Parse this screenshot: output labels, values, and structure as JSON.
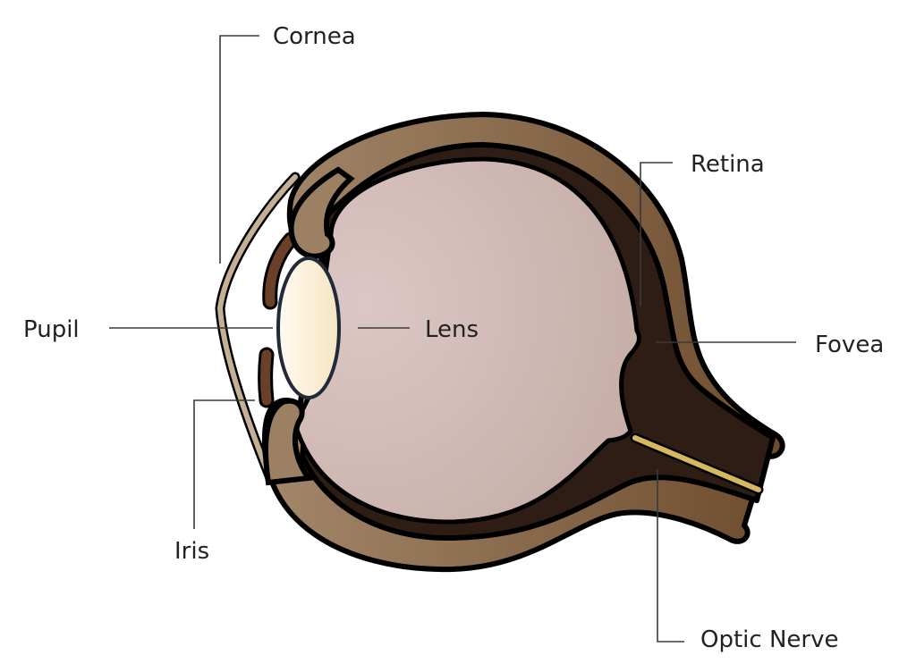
{
  "labels": {
    "cornea": "Cornea",
    "pupil": "Pupil",
    "lens": "Lens",
    "iris": "Iris",
    "retina": "Retina",
    "fovea": "Fovea",
    "optic_nerve": "Optic Nerve"
  },
  "colors": {
    "sclera_light": "#a3876a",
    "sclera_dark": "#6e4c2e",
    "choroid": "#2e1d14",
    "vitreous_light": "#dcc7c6",
    "vitreous_dark": "#c5aca5",
    "lens_light": "#fffaf2",
    "lens_dark": "#f5e5c2",
    "iris": "#6b4028",
    "cornea": "#c4b096",
    "optic_nerve_fiber": "#d6b95e",
    "outline": "#000000"
  }
}
